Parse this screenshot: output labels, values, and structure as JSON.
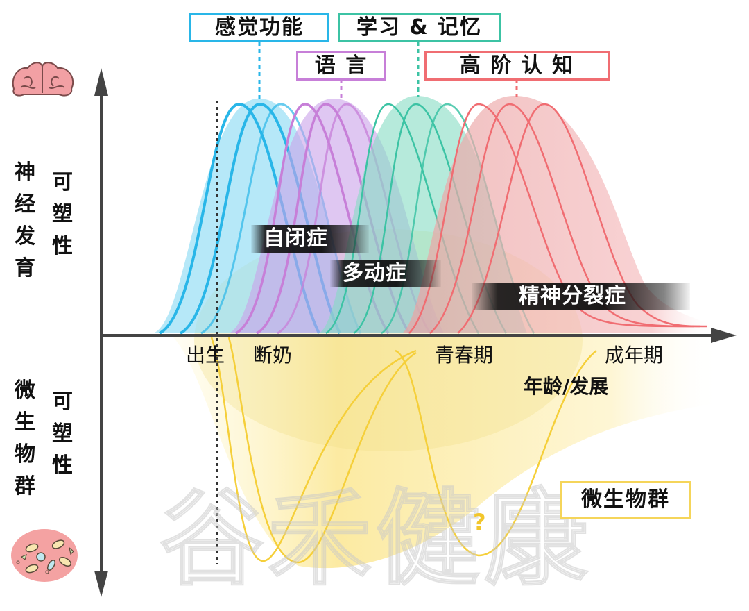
{
  "title_boxes": [
    {
      "label": "感觉功能",
      "color": "#29b6e8"
    },
    {
      "label": "语 言",
      "color": "#c77fd8"
    },
    {
      "label": "学习 & 记忆",
      "color": "#3cc3a4"
    },
    {
      "label": "高 阶 认 知",
      "color": "#f06d72"
    }
  ],
  "y_axis": {
    "upper_label_left": "神经发育",
    "upper_label_right": "可塑性",
    "lower_label_left": "微生物群",
    "lower_label_right": "可塑性",
    "upper_icon": "brain-icon",
    "lower_icon": "microbiota-icon"
  },
  "x_axis": {
    "ticks": [
      "出生",
      "断奶",
      "青春期",
      "成年期"
    ],
    "title": "年龄/发展"
  },
  "disorders": [
    "自闭症",
    "多动症",
    "精神分裂症"
  ],
  "microbiota_box": {
    "label": "微生物群",
    "color": "#f5d55a"
  },
  "question_mark": "?",
  "watermark": "谷禾健康",
  "colors": {
    "sensory": "#29b6e8",
    "language": "#c77fd8",
    "learning_memory": "#3cc3a4",
    "higher_cognition": "#f06d72",
    "microbiota": "#f5cf3a",
    "axis": "#444444"
  },
  "chart_data": {
    "type": "line",
    "title": "",
    "xlabel": "年龄/发展",
    "ylabel_upper": "神经发育 可塑性",
    "ylabel_lower": "微生物群 可塑性",
    "x_ticks": [
      "出生",
      "断奶",
      "青春期",
      "成年期"
    ],
    "series": [
      {
        "name": "感觉功能",
        "color": "#29b6e8",
        "peaks_x": [
          350,
          380,
          410
        ],
        "peak_height": "high",
        "window": "prenatal-to-early-postnatal"
      },
      {
        "name": "语言",
        "color": "#c77fd8",
        "peaks_x": [
          430,
          470,
          500
        ],
        "peak_height": "high",
        "window": "early childhood"
      },
      {
        "name": "学习 & 记忆",
        "color": "#3cc3a4",
        "peaks_x": [
          540,
          600,
          650
        ],
        "peak_height": "high",
        "window": "childhood-to-adolescence"
      },
      {
        "name": "高阶认知",
        "color": "#f06d72",
        "peaks_x": [
          690,
          740,
          790
        ],
        "peak_height": "high",
        "window": "adolescence-to-adulthood"
      },
      {
        "name": "微生物群",
        "color": "#f5cf3a",
        "minima_x": [
          370,
          420,
          690
        ],
        "direction": "downward",
        "note": "dips at birth, weaning, puberty (?)"
      }
    ],
    "annotations": [
      "自闭症",
      "多动症",
      "精神分裂症",
      "?"
    ]
  }
}
